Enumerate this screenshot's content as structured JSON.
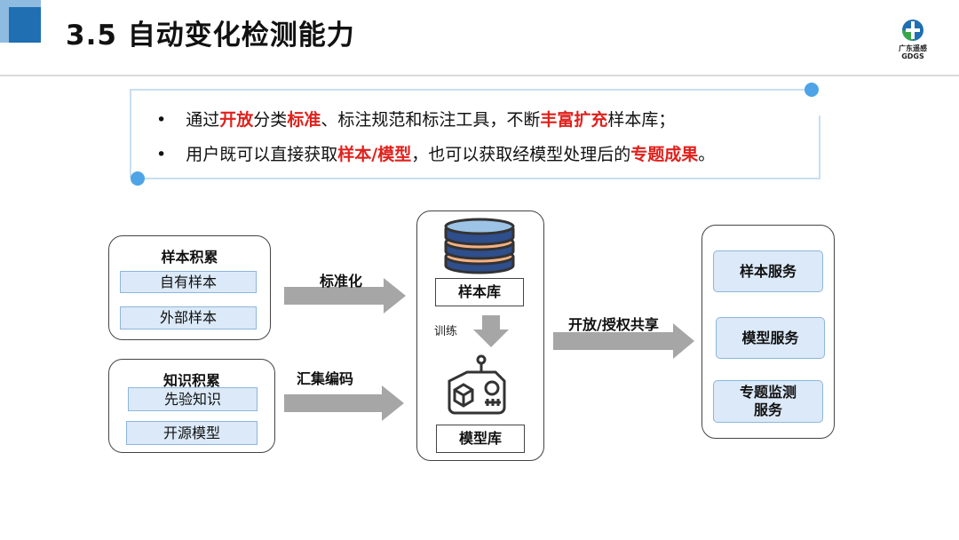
{
  "header": {
    "title": "3.5 自动变化检测能力",
    "logo_text": "广东遥感",
    "logo_sub": "GDGS"
  },
  "bullets": [
    [
      {
        "t": "通过",
        "red": false
      },
      {
        "t": "开放",
        "red": true
      },
      {
        "t": "分类",
        "red": false
      },
      {
        "t": "标准",
        "red": true
      },
      {
        "t": "、标注规范和标注工具，不断",
        "red": false
      },
      {
        "t": "丰富扩充",
        "red": true
      },
      {
        "t": "样本库；",
        "red": false
      }
    ],
    [
      {
        "t": "用户既可以直接获取",
        "red": false
      },
      {
        "t": "样本/模型",
        "red": true
      },
      {
        "t": "，也可以获取经模型处理后的",
        "red": false
      },
      {
        "t": "专题成果",
        "red": true
      },
      {
        "t": "。",
        "red": false
      }
    ]
  ],
  "left_panels": {
    "sample": {
      "title": "样本积累",
      "items": [
        "自有样本",
        "外部样本"
      ]
    },
    "knowledge": {
      "title": "知识积累",
      "items": [
        "先验知识",
        "开源模型"
      ]
    }
  },
  "arrows": {
    "standardize": "标准化",
    "collect_encode": "汇集编码",
    "train": "训练",
    "open_share": "开放/授权共享"
  },
  "center": {
    "sample_lib": "样本库",
    "model_lib": "模型库"
  },
  "services": [
    "样本服务",
    "模型服务",
    "专题监测\n服务"
  ],
  "colors": {
    "accent_red": "#e0211c",
    "accent_blue": "#4ea4e6",
    "pill_fill": "#dbe9f8",
    "arrow_gray": "#a6a6a6"
  }
}
